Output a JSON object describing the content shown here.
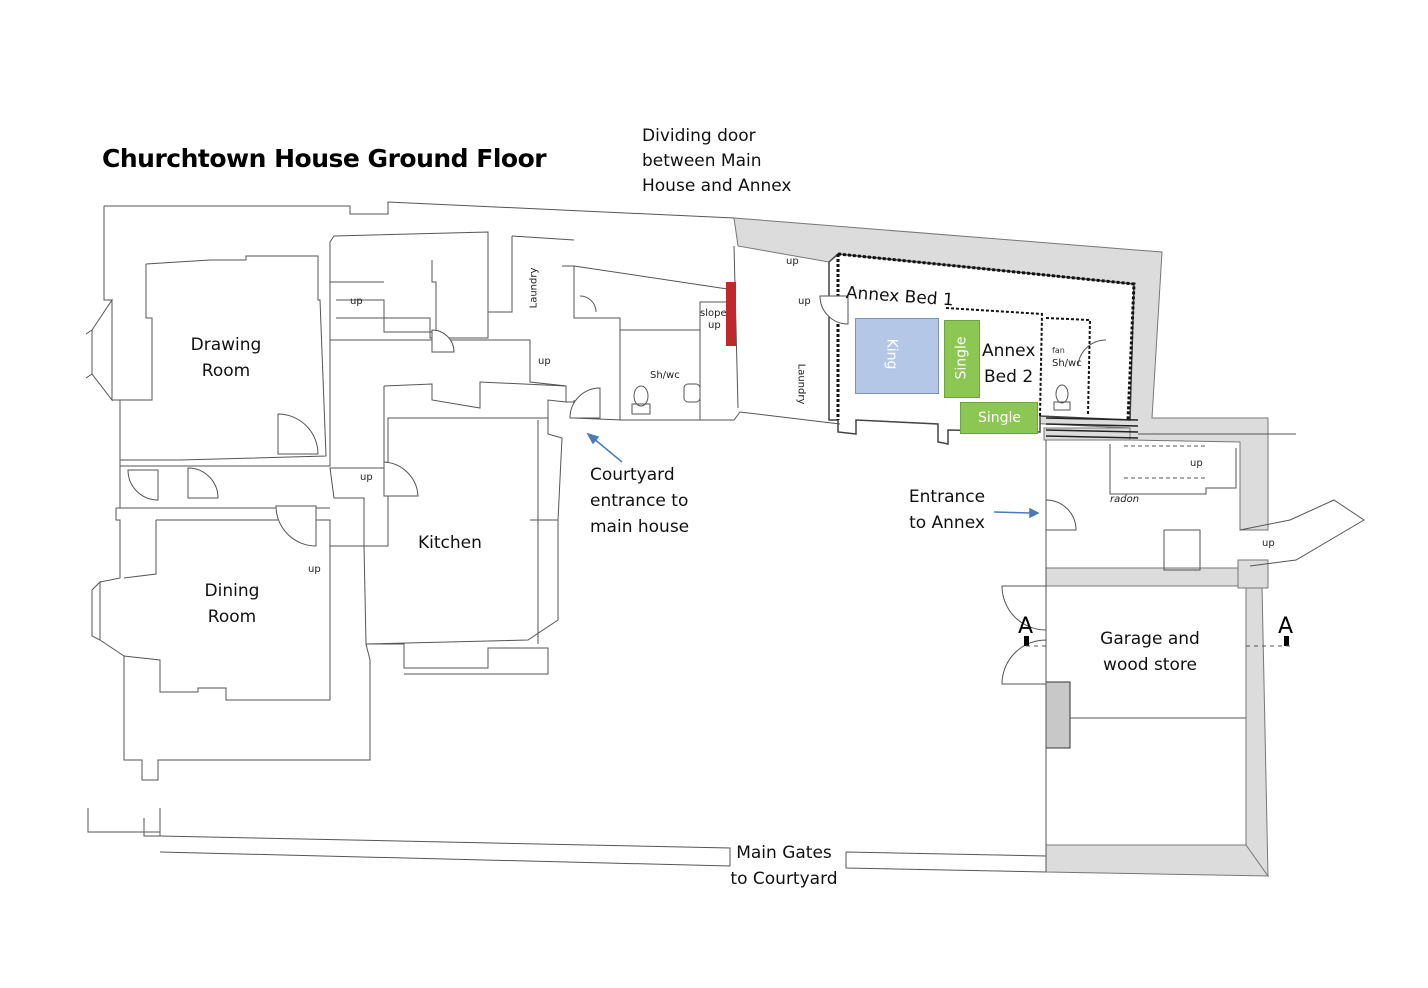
{
  "title": "Churchtown House Ground Floor",
  "rooms": {
    "drawing_room": [
      "Drawing",
      "Room"
    ],
    "dining_room": [
      "Dining",
      "Room"
    ],
    "kitchen": "Kitchen",
    "laundry_main": "Laundry",
    "laundry_annex": "Laundry",
    "shwc_main": "Sh/wc",
    "shwc_annex": "Sh/wc",
    "annex_bed_1": "Annex Bed 1",
    "annex_bed_2": [
      "Annex",
      "Bed 2"
    ],
    "garage": [
      "Garage and",
      "wood store"
    ]
  },
  "beds": {
    "king": "King",
    "single_vertical": "Single",
    "single_horizontal": "Single"
  },
  "bed_colors": {
    "king": "#b4c7e7",
    "single": "#8cc653"
  },
  "annotations": {
    "dividing_door": [
      "Dividing door",
      "between Main",
      "House and Annex"
    ],
    "courtyard_entrance": [
      "Courtyard",
      "entrance to",
      "main house"
    ],
    "entrance_annex": [
      "Entrance",
      "to Annex"
    ],
    "main_gates": [
      "Main Gates",
      "to Courtyard"
    ]
  },
  "small_labels": {
    "up": "up",
    "slope": "slope",
    "radon": "radon",
    "fan": "fan",
    "section_a": "A"
  },
  "colors": {
    "wall_fill": "#dcdcdc",
    "divider_door": "#c0282a",
    "arrow": "#4a7ab8",
    "line": "#555555"
  }
}
